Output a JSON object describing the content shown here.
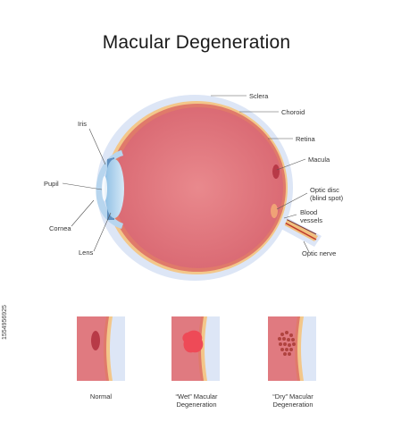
{
  "title": "Macular Degeneration",
  "labels": {
    "sclera": "Sclera",
    "choroid": "Choroid",
    "retina": "Retina",
    "macula": "Macula",
    "optic_disc": "Optic disc\n(blind spot)",
    "blood_vessels": "Blood\nvessels",
    "optic_nerve": "Optic nerve",
    "iris": "Iris",
    "pupil": "Pupil",
    "cornea": "Cornea",
    "lens": "Lens"
  },
  "panels": [
    {
      "caption": "Normal"
    },
    {
      "caption": "“Wet” Macular\nDegeneration"
    },
    {
      "caption": "“Dry” Macular\nDegeneration"
    }
  ],
  "side_text": "1554956925",
  "colors": {
    "sclera": "#dde6f6",
    "choroid": "#f3c78a",
    "retina_band": "#e07a6a",
    "vitreous": "#e07a80",
    "lens": "#a9cde9",
    "macula_spot": "#b83a47",
    "wet_spot": "#ee4a57",
    "dry_spot": "#b0433f"
  }
}
